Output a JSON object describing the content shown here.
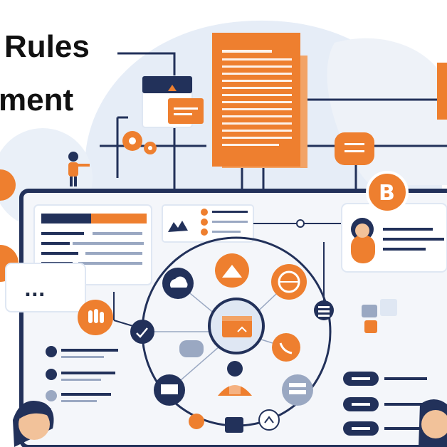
{
  "title": {
    "line1": "Rules",
    "line2": "ment"
  },
  "badge": {
    "letter": "B"
  },
  "chat": {
    "dots": "..."
  },
  "colors": {
    "orange": "#ee7f2f",
    "navy": "#22315a",
    "light_blue": "#dfe7f3",
    "pale_blue": "#eef2f8",
    "white": "#ffffff"
  },
  "icons": {
    "hub_center": "document-icon",
    "nodes": [
      "cloud-icon",
      "mountain-icon",
      "globe-icon",
      "list-icon",
      "phone-icon",
      "database-icon",
      "upload-icon",
      "monitor-icon",
      "check-icon",
      "hand-icon"
    ]
  }
}
